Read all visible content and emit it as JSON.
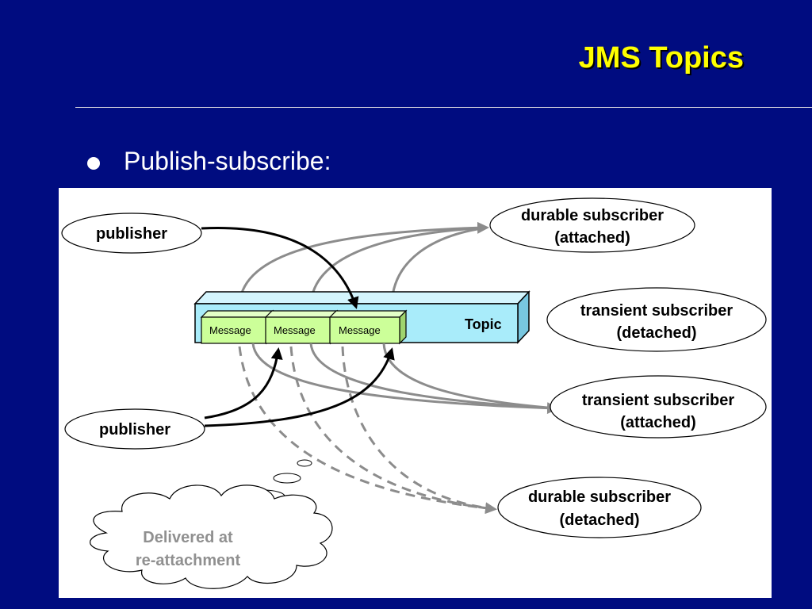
{
  "slide": {
    "title": "JMS Topics",
    "bullet": "Publish-subscribe:"
  },
  "diagram": {
    "topic_label": "Topic",
    "messages": [
      "Message",
      "Message",
      "Message"
    ],
    "publishers": [
      {
        "label": "publisher"
      },
      {
        "label": "publisher"
      }
    ],
    "subscribers": [
      {
        "line1": "durable subscriber",
        "line2": "(attached)"
      },
      {
        "line1": "transient subscriber",
        "line2": "(detached)"
      },
      {
        "line1": "transient subscriber",
        "line2": "(attached)"
      },
      {
        "line1": "durable subscriber",
        "line2": "(detached)"
      }
    ],
    "note": {
      "line1": "Delivered at",
      "line2": "re-attachment"
    },
    "colors": {
      "background": "#000c80",
      "title": "#ffff00",
      "topic_fill": "#a9ecfa",
      "message_fill": "#ccff99",
      "arrow_grey": "#8c8c8c",
      "note_text": "#909090"
    }
  }
}
